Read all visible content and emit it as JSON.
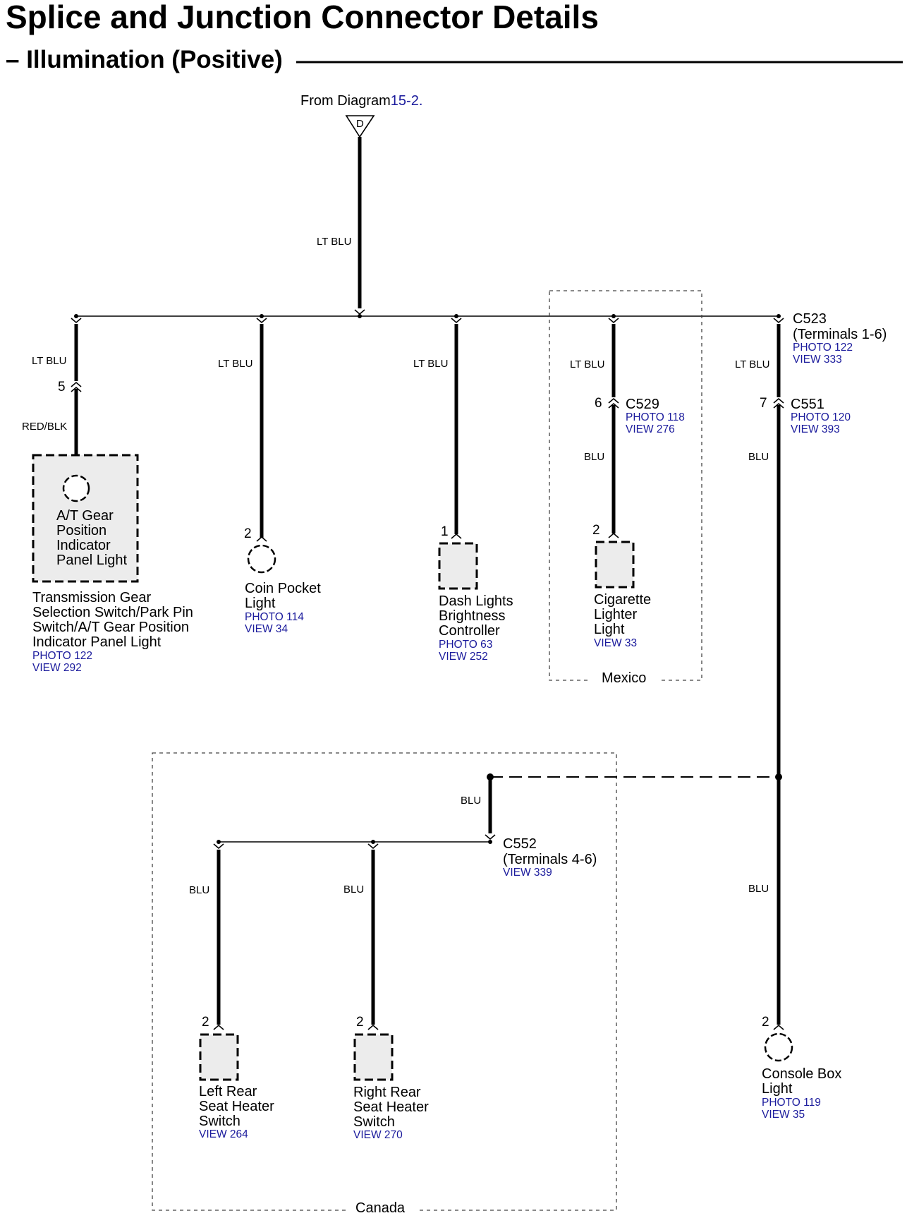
{
  "page": {
    "title": "Splice and Junction Connector Details",
    "subtitle": "– Illumination (Positive)"
  },
  "source": {
    "from_label": "From Diagram",
    "diagram_link": "15-2",
    "dot": ".",
    "terminal": "D",
    "wire_color": "LT BLU"
  },
  "junction_c523": {
    "id": "C523",
    "terminals": "(Terminals 1-6)",
    "photo": "PHOTO 122",
    "view": "VIEW 333"
  },
  "branches": {
    "at_gear": {
      "upper_wire": "LT BLU",
      "pin": "5",
      "lower_wire": "RED/BLK",
      "inner_label": [
        "A/T Gear",
        "Position",
        "Indicator",
        "Panel Light"
      ],
      "name_lines": [
        "Transmission Gear",
        "Selection Switch/Park Pin",
        "Switch/A/T Gear Position",
        "Indicator Panel Light"
      ],
      "photo": "PHOTO 122",
      "view": "VIEW 292"
    },
    "coin_pocket": {
      "wire": "LT BLU",
      "pin": "2",
      "name_lines": [
        "Coin Pocket",
        "Light"
      ],
      "photo": "PHOTO 114",
      "view": "VIEW 34"
    },
    "dash_lights": {
      "wire": "LT BLU",
      "pin": "1",
      "name_lines": [
        "Dash Lights",
        "Brightness",
        "Controller"
      ],
      "photo": "PHOTO 63",
      "view": "VIEW 252"
    },
    "cigarette": {
      "upper_wire": "LT BLU",
      "connector_pin": "6",
      "connector": "C529",
      "connector_photo": "PHOTO 118",
      "connector_view": "VIEW 276",
      "lower_wire": "BLU",
      "pin": "2",
      "name_lines": [
        "Cigarette",
        "Lighter",
        "Light"
      ],
      "view": "VIEW 33",
      "region": "Mexico"
    },
    "console_path": {
      "upper_wire": "LT BLU",
      "connector_pin": "7",
      "connector": "C551",
      "connector_photo": "PHOTO 120",
      "connector_view": "VIEW 393",
      "middle_wire": "BLU",
      "lower_wire": "BLU",
      "pin": "2",
      "name_lines": [
        "Console Box",
        "Light"
      ],
      "photo": "PHOTO 119",
      "view": "VIEW 35"
    }
  },
  "canada": {
    "region": "Canada",
    "feed_wire": "BLU",
    "junction": "C552",
    "terminals": "(Terminals 4-6)",
    "view": "VIEW 339",
    "left_rear": {
      "wire": "BLU",
      "pin": "2",
      "name_lines": [
        "Left Rear",
        "Seat Heater",
        "Switch"
      ],
      "view": "VIEW 264"
    },
    "right_rear": {
      "wire": "BLU",
      "pin": "2",
      "name_lines": [
        "Right Rear",
        "Seat Heater",
        "Switch"
      ],
      "view": "VIEW 270"
    }
  }
}
